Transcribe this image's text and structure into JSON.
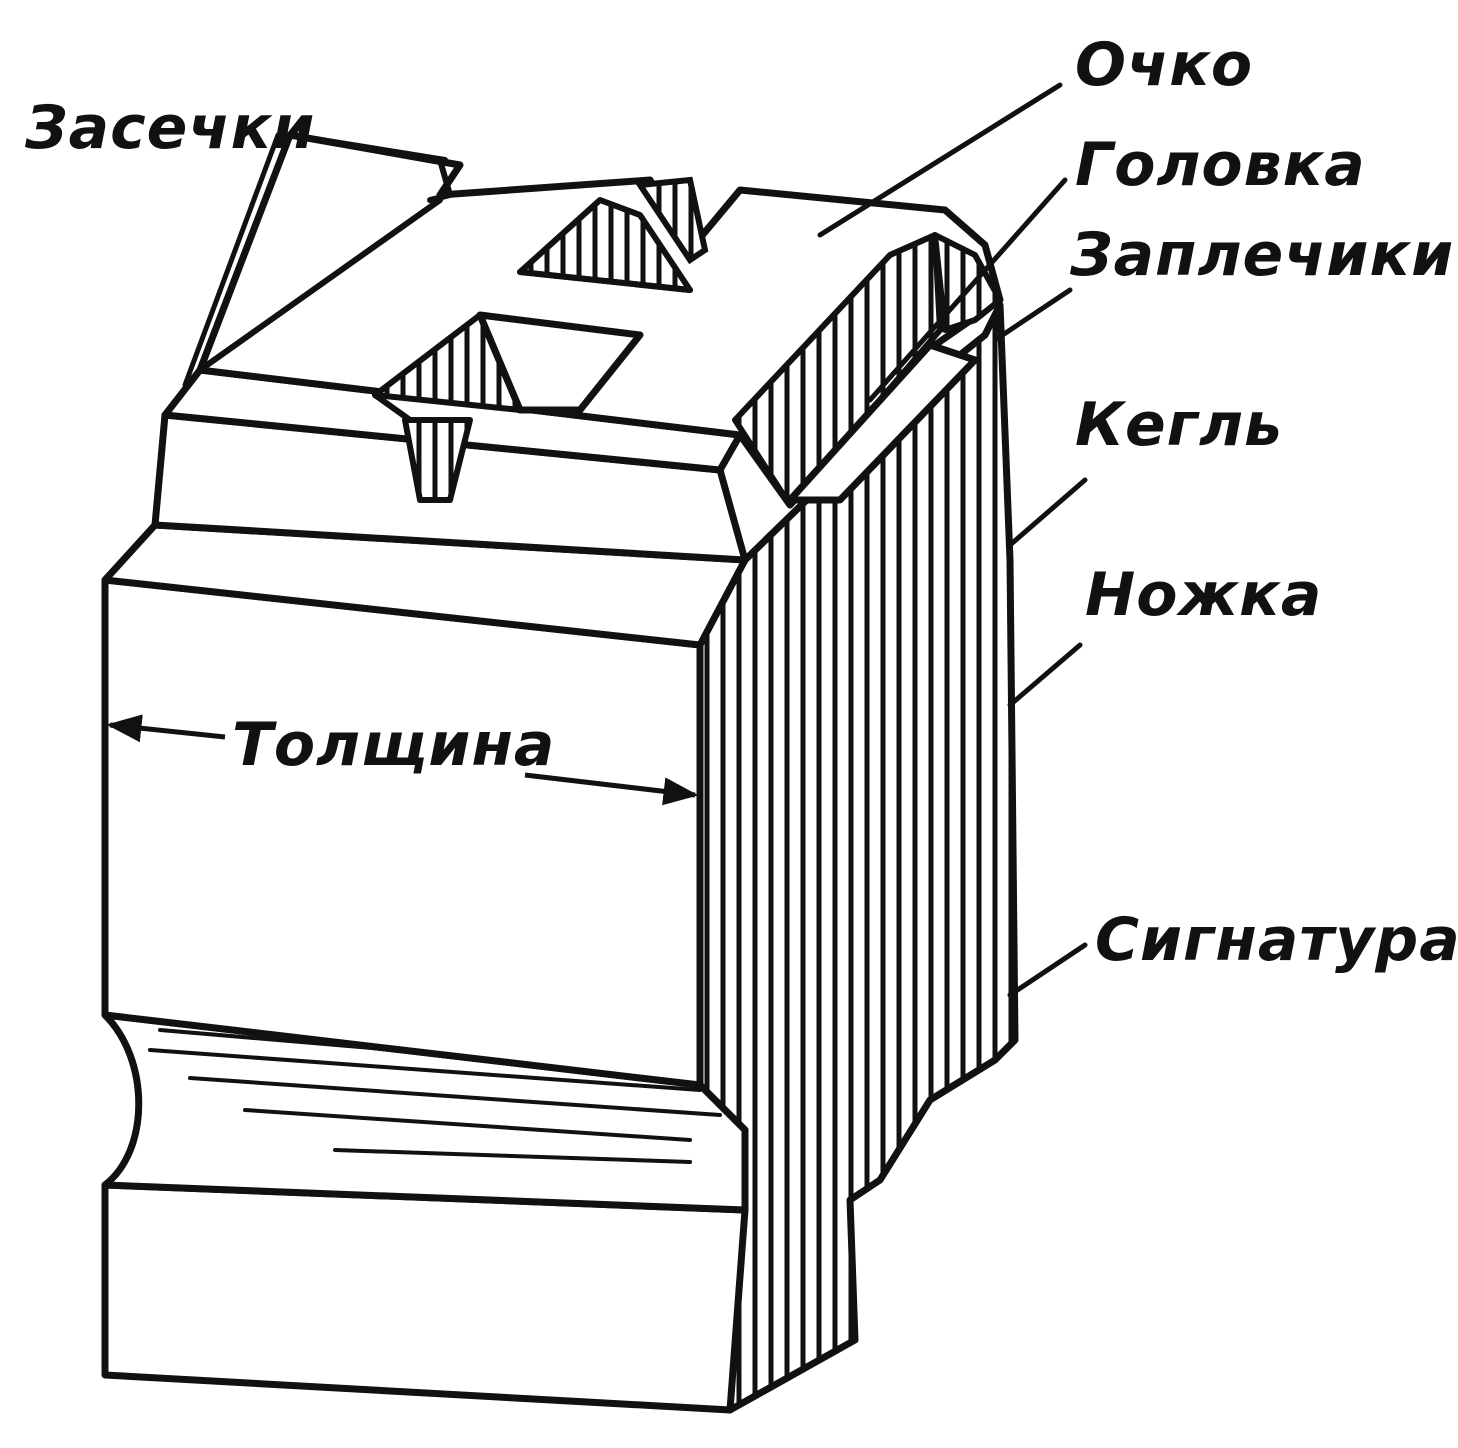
{
  "labels": {
    "serifs": "Засечки",
    "face": "Очко",
    "head": "Головка",
    "shoulder": "Заплечики",
    "body_size": "Кегль",
    "leg": "Ножка",
    "set_width": "Толщина",
    "nick": "Сигнатура"
  },
  "colors": {
    "ink": "#111111",
    "paper": "#ffffff"
  }
}
